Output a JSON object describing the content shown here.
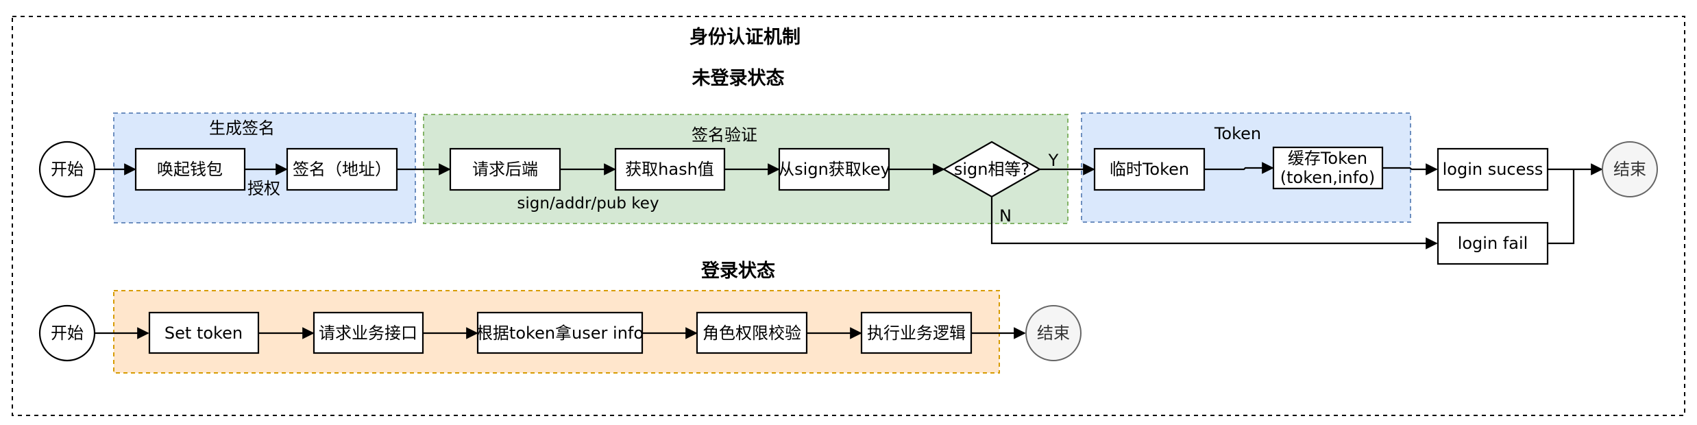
{
  "title": "身份认证机制",
  "sections": {
    "unauth_title": "未登录状态",
    "auth_title": "登录状态"
  },
  "groups": {
    "sign_gen": "生成签名",
    "sign_verify": "签名验证",
    "token": "Token"
  },
  "colors": {
    "blue_fill": "#dae8fc",
    "blue_stroke": "#6c8ebf",
    "green_fill": "#d5e8d4",
    "green_stroke": "#82b366",
    "orange_fill": "#ffe6cc",
    "orange_stroke": "#d79b00"
  },
  "nodes": {
    "start1": "开始",
    "wallet": "唤起钱包",
    "sign_addr": "签名（地址）",
    "request_backend": "请求后端",
    "get_hash": "获取hash值",
    "get_key": "从sign获取key",
    "sign_equal": "sign相等?",
    "temp_token": "临时Token",
    "cache_token_line1": "缓存Token",
    "cache_token_line2": "(token,info)",
    "login_success": "login sucess",
    "login_fail": "login fail",
    "end1": "结束",
    "start2": "开始",
    "set_token": "Set token",
    "request_api": "请求业务接口",
    "get_user": "根据token拿user info",
    "role_check": "角色权限校验",
    "exec_logic": "执行业务逻辑",
    "end2": "结束"
  },
  "edge_labels": {
    "authorize": "授权",
    "payload": "sign/addr/pub key",
    "yes": "Y",
    "no": "N"
  }
}
